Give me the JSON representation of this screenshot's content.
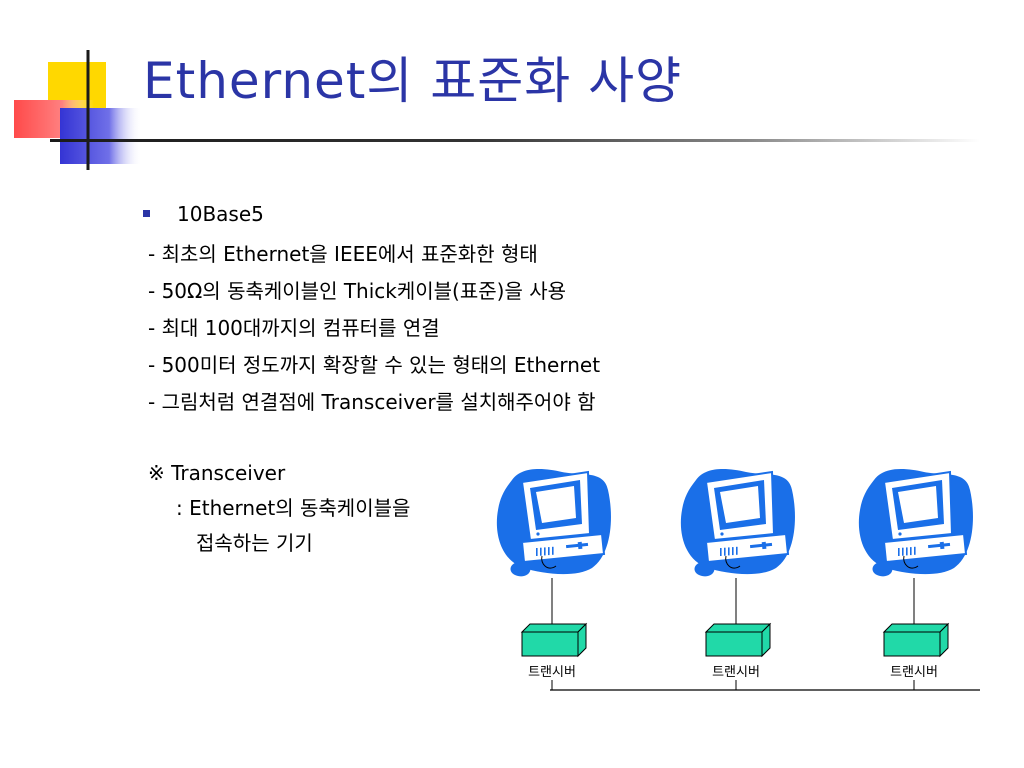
{
  "title": "Ethernet의 표준화 사양",
  "bullet": "10Base5",
  "lines": [
    "- 최초의 Ethernet을 IEEE에서 표준화한 형태",
    "- 50Ω의 동축케이블인 Thick케이블(표준)을 사용",
    "- 최대 100대까지의 컴퓨터를 연결",
    "- 500미터 정도까지 확장할 수 있는 형태의 Ethernet",
    "- 그림처럼 연결점에 Transceiver를 설치해주어야 함"
  ],
  "note": {
    "heading": "※ Transceiver",
    "line1": ": Ethernet의 동축케이블을",
    "line2": "접속하는 기기"
  },
  "diagram": {
    "transceiver_label": "트랜시버",
    "node_count": 3,
    "icon": "computer-icon",
    "colors": {
      "computer": "#1a6fe8",
      "transceiver": "#21d9a8",
      "title": "#2b35a6"
    }
  }
}
